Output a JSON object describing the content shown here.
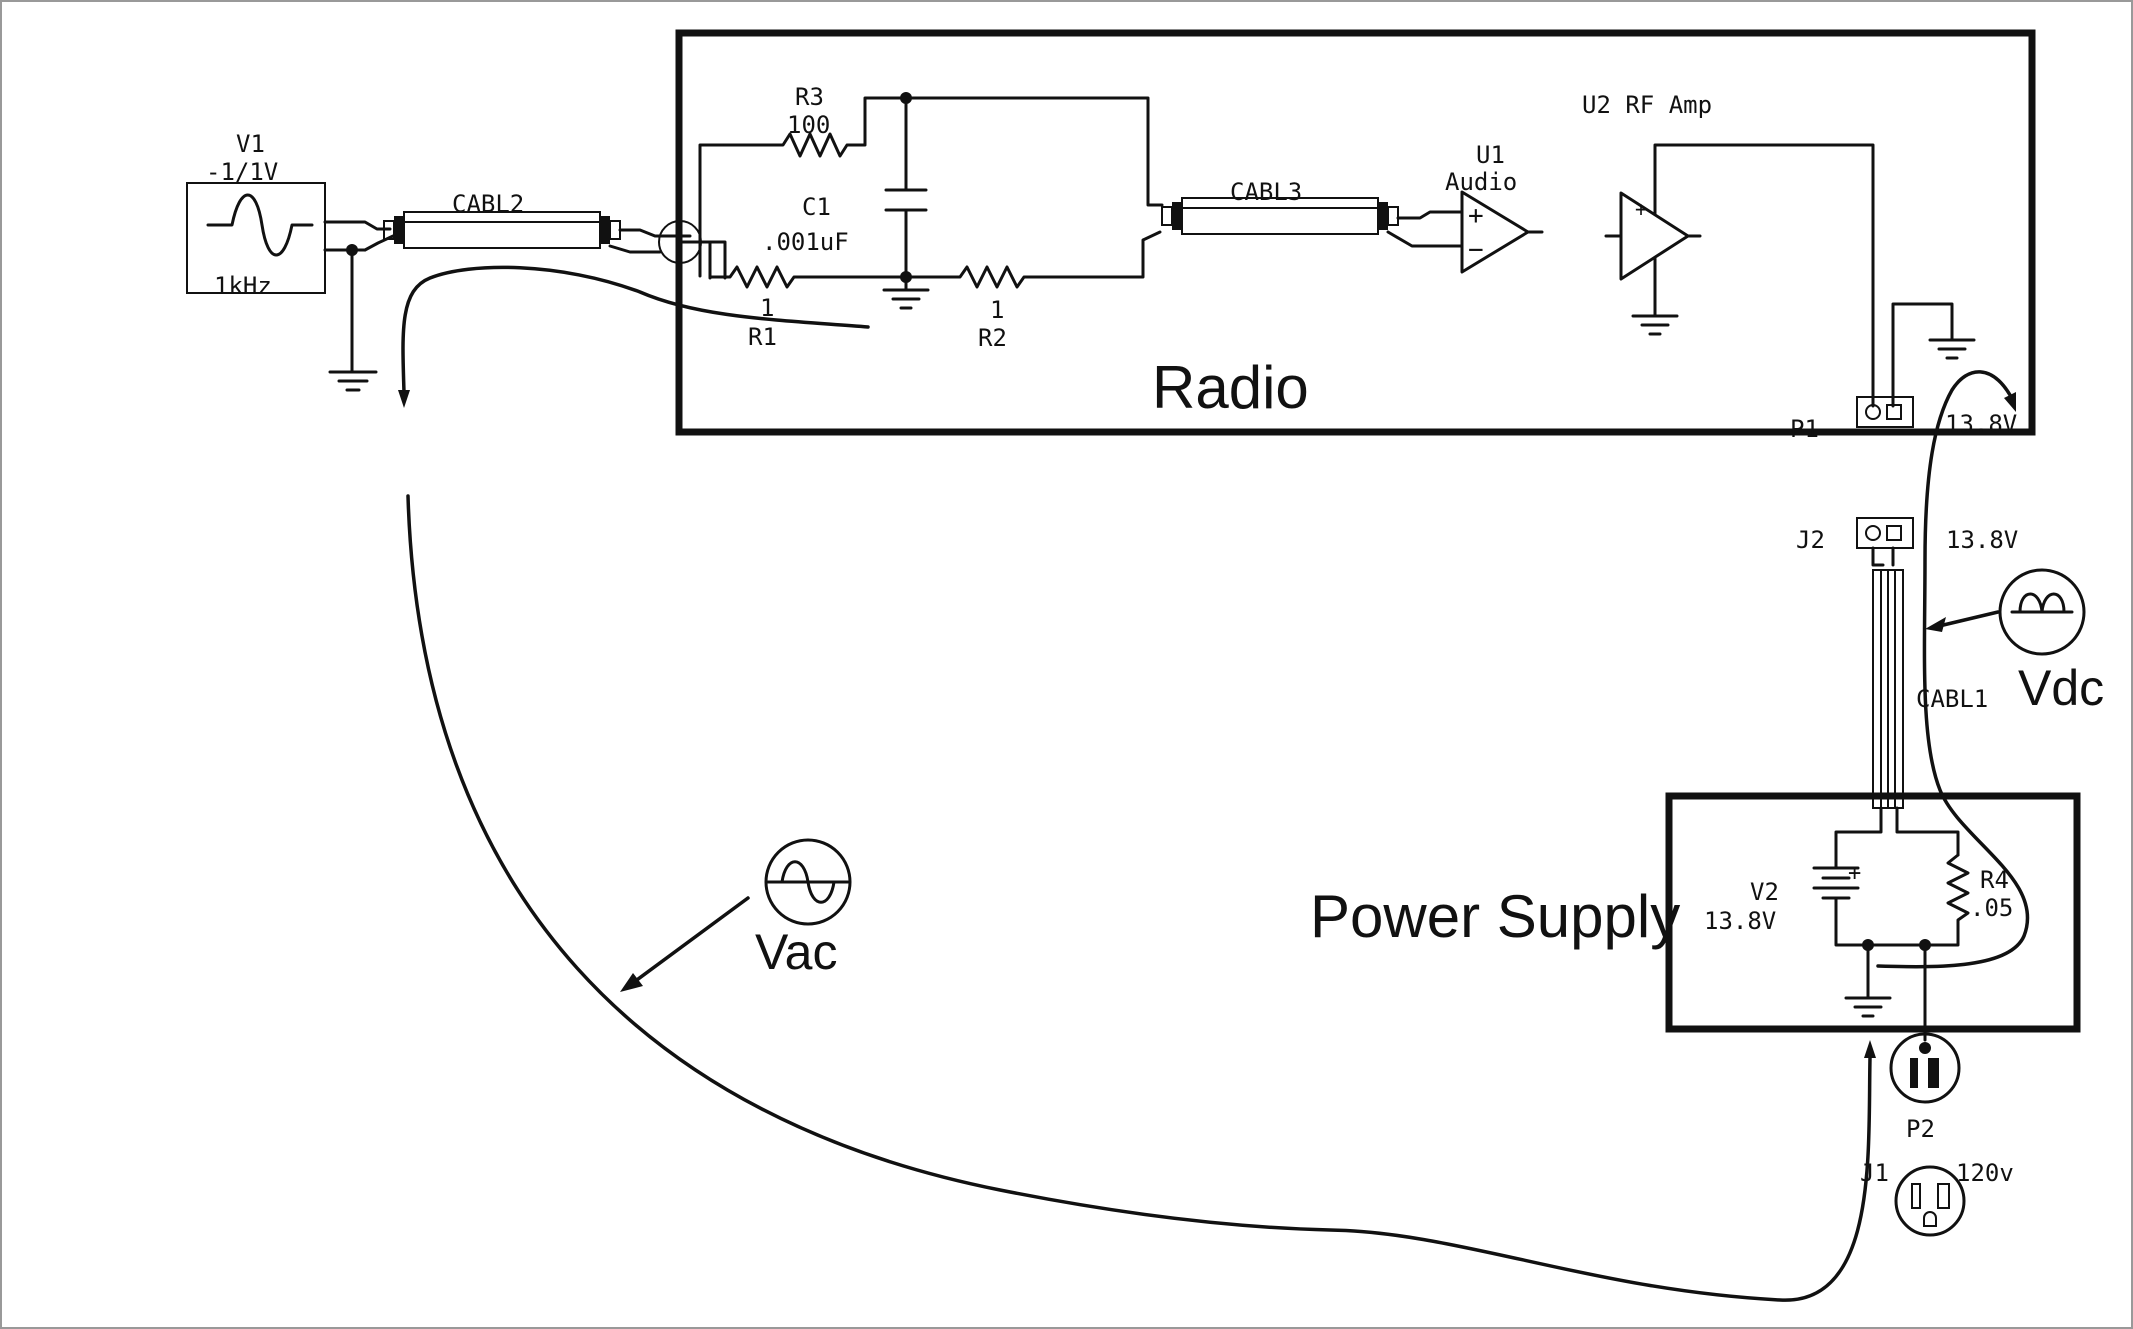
{
  "labels": {
    "radio_title": "Radio",
    "power_supply_title": "Power Supply",
    "v1_name": "V1",
    "v1_amplitude": "-1/1V",
    "v1_freq": "1kHz",
    "cabl2": "CABL2",
    "cabl3": "CABL3",
    "cabl1": "CABL1",
    "r3_name": "R3",
    "r3_value": "100",
    "c1_name": "C1",
    "c1_value": ".001uF",
    "r1_value": "1",
    "r1_name": "R1",
    "r2_value": "1",
    "r2_name": "R2",
    "u1_name": "U1",
    "u1_desc": "Audio",
    "u2_desc": "U2 RF Amp",
    "p1": "P1",
    "p1_voltage": "13.8V",
    "j2": "J2",
    "j2_voltage": "13.8V",
    "v2_name": "V2",
    "v2_value": "13.8V",
    "r4_name": "R4",
    "r4_value": ".05",
    "p2": "P2",
    "j1": "J1",
    "j1_voltage": "120v",
    "vdc": "Vdc",
    "vac": "Vac"
  },
  "icons": [
    "ac-source-icon",
    "ground-icon",
    "coax-cable-icon",
    "resistor-icon",
    "capacitor-icon",
    "op-amp-icon",
    "battery-icon",
    "dc-meter-icon",
    "ac-meter-icon",
    "plug-icon",
    "outlet-icon"
  ]
}
